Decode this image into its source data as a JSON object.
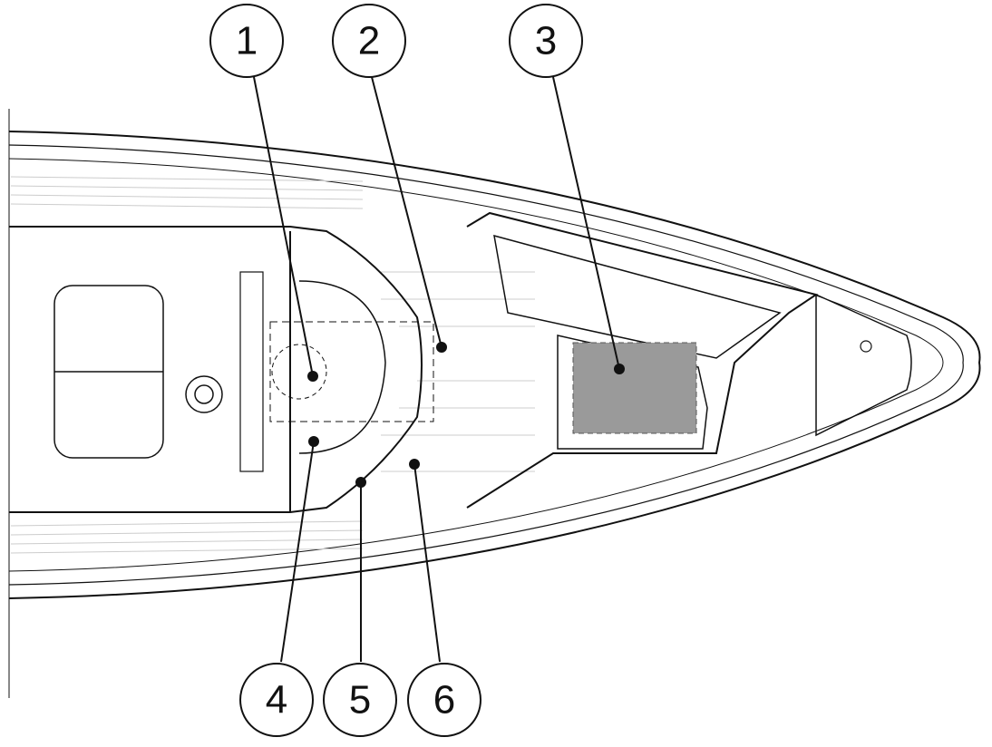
{
  "diagram": {
    "colors": {
      "line": "#111111",
      "deck": "#d8d8d8",
      "highlight": "#9a9a9a"
    },
    "callouts": [
      {
        "label": "1"
      },
      {
        "label": "2"
      },
      {
        "label": "3"
      },
      {
        "label": "4"
      },
      {
        "label": "5"
      },
      {
        "label": "6"
      }
    ]
  }
}
